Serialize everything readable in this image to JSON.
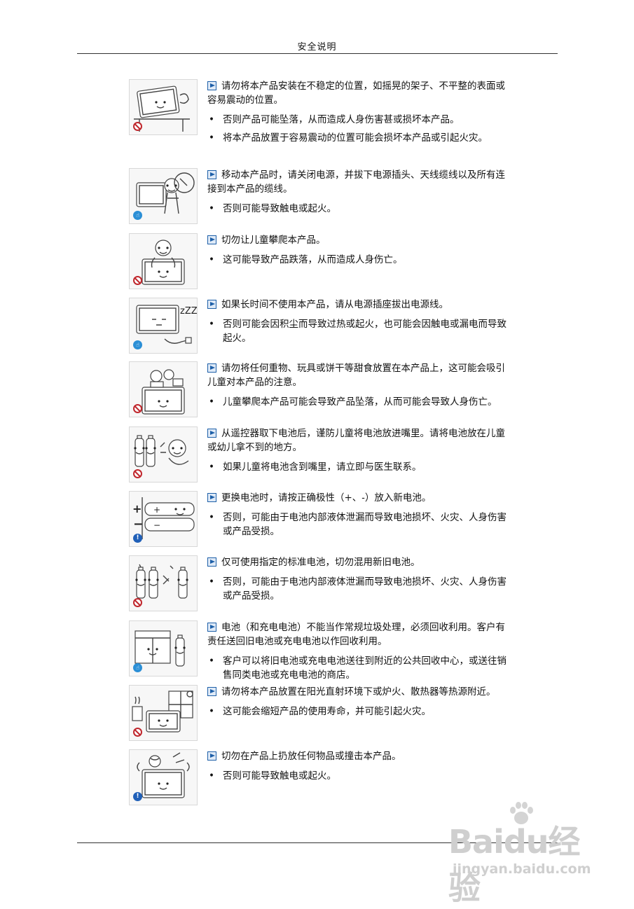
{
  "header": {
    "title": "安全说明"
  },
  "sections": [
    {
      "symbol": "prohibit",
      "heading": "请勿将本产品安装在不稳定的位置，如摇晃的架子、不平整的表面或容易震动的位置。",
      "bullets": [
        "否则产品可能坠落，从而造成人身伤害甚或损坏本产品。",
        "将本产品放置于容易震动的位置可能会损坏本产品或引起火灾。"
      ]
    },
    {
      "symbol": "instruct",
      "heading": "移动本产品时，请关闭电源，并拔下电源插头、天线缆线以及所有连接到本产品的缆线。",
      "bullets": [
        "否则可能导致触电或起火。"
      ]
    },
    {
      "symbol": "prohibit",
      "heading": "切勿让儿童攀爬本产品。",
      "bullets": [
        "这可能导致产品跌落，从而造成人身伤亡。"
      ]
    },
    {
      "symbol": "instruct",
      "heading": "如果长时间不使用本产品，请从电源插座拔出电源线。",
      "bullets": [
        "否则可能会因积尘而导致过热或起火，也可能会因触电或漏电而导致起火。"
      ]
    },
    {
      "symbol": "prohibit",
      "heading": "请勿将任何重物、玩具或饼干等甜食放置在本产品上，这可能会吸引儿童对本产品的注意。",
      "bullets": [
        "儿童攀爬本产品可能会导致产品坠落，从而可能会导致人身伤亡。"
      ]
    },
    {
      "symbol": "prohibit",
      "heading": "从遥控器取下电池后，谨防儿童将电池放进嘴里。请将电池放在儿童或幼儿拿不到的地方。",
      "bullets": [
        "如果儿童将电池含到嘴里，请立即与医生联系。"
      ]
    },
    {
      "symbol": "caution",
      "heading": "更换电池时，请按正确极性（+、-）放入新电池。",
      "bullets": [
        "否则，可能由于电池内部液体泄漏而导致电池损坏、火灾、人身伤害或产品受损。"
      ]
    },
    {
      "symbol": "prohibit",
      "heading": "仅可使用指定的标准电池，切勿混用新旧电池。",
      "bullets": [
        "否则，可能由于电池内部液体泄漏而导致电池损坏、火灾、人身伤害或产品受损。"
      ]
    },
    {
      "symbol": "instruct",
      "heading": "电池（和充电电池）不能当作常规垃圾处理，必须回收利用。客户有责任送回旧电池或充电电池以作回收利用。",
      "bullets": [
        "客户可以将旧电池或充电电池送往到附近的公共回收中心，或送往销售同类电池或充电电池的商店。"
      ]
    },
    {
      "symbol": "prohibit",
      "heading": "请勿将本产品放置在阳光直射环境下或炉火、散热器等热源附近。",
      "bullets": [
        "这可能会缩短产品的使用寿命，并可能引起火灾。"
      ]
    },
    {
      "symbol": "caution",
      "heading": "切勿在产品上扔放任何物品或撞击本产品。",
      "bullets": [
        "否则可能导致触电或起火。"
      ]
    }
  ],
  "icons": {
    "heading_marker": "blue-triangle-icon",
    "bullet": "•",
    "prohibit": "prohibition-icon",
    "instruct": "instruction-icon",
    "caution": "caution-icon"
  },
  "colors": {
    "accent": "#1d5fa8",
    "prohibit": "#c0272d",
    "instruct": "#2b8fd6",
    "caution": "#2060b8"
  },
  "watermark": {
    "logo": "Baidu经验",
    "url": "jingyan.baidu.com"
  }
}
